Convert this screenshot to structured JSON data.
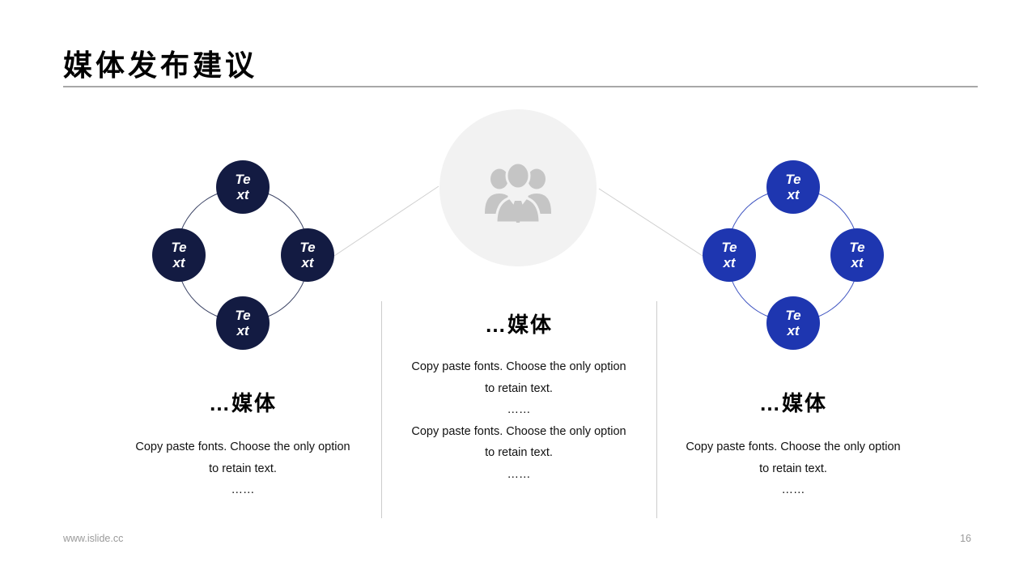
{
  "page": {
    "title": "媒体发布建议",
    "footer_url": "www.islide.cc",
    "page_number": "16"
  },
  "diagram": {
    "node": {
      "line1": "Te",
      "line2": "xt"
    },
    "center_icon": "team-icon",
    "colors": {
      "left_node": "#131b42",
      "right_node": "#1e36b0",
      "left_ring": "#3d4566",
      "right_ring": "#4257c2",
      "center_circle_bg": "#f2f2f2",
      "icon_gray": "#c5c5c5",
      "connector_line": "#cfcfcf"
    }
  },
  "columns": [
    {
      "heading": "…媒体",
      "paragraphs": [
        {
          "line1": "Copy paste fonts. Choose the only option",
          "line2": "to retain text.",
          "ellipsis": "……"
        }
      ]
    },
    {
      "heading": "…媒体",
      "paragraphs": [
        {
          "line1": "Copy paste fonts. Choose the only option",
          "line2": "to retain text.",
          "ellipsis": "……"
        },
        {
          "line1": "Copy paste fonts. Choose the only option",
          "line2": "to retain text.",
          "ellipsis": "……"
        }
      ]
    },
    {
      "heading": "…媒体",
      "paragraphs": [
        {
          "line1": "Copy paste fonts. Choose the only option",
          "line2": "to retain text.",
          "ellipsis": "……"
        }
      ]
    }
  ]
}
